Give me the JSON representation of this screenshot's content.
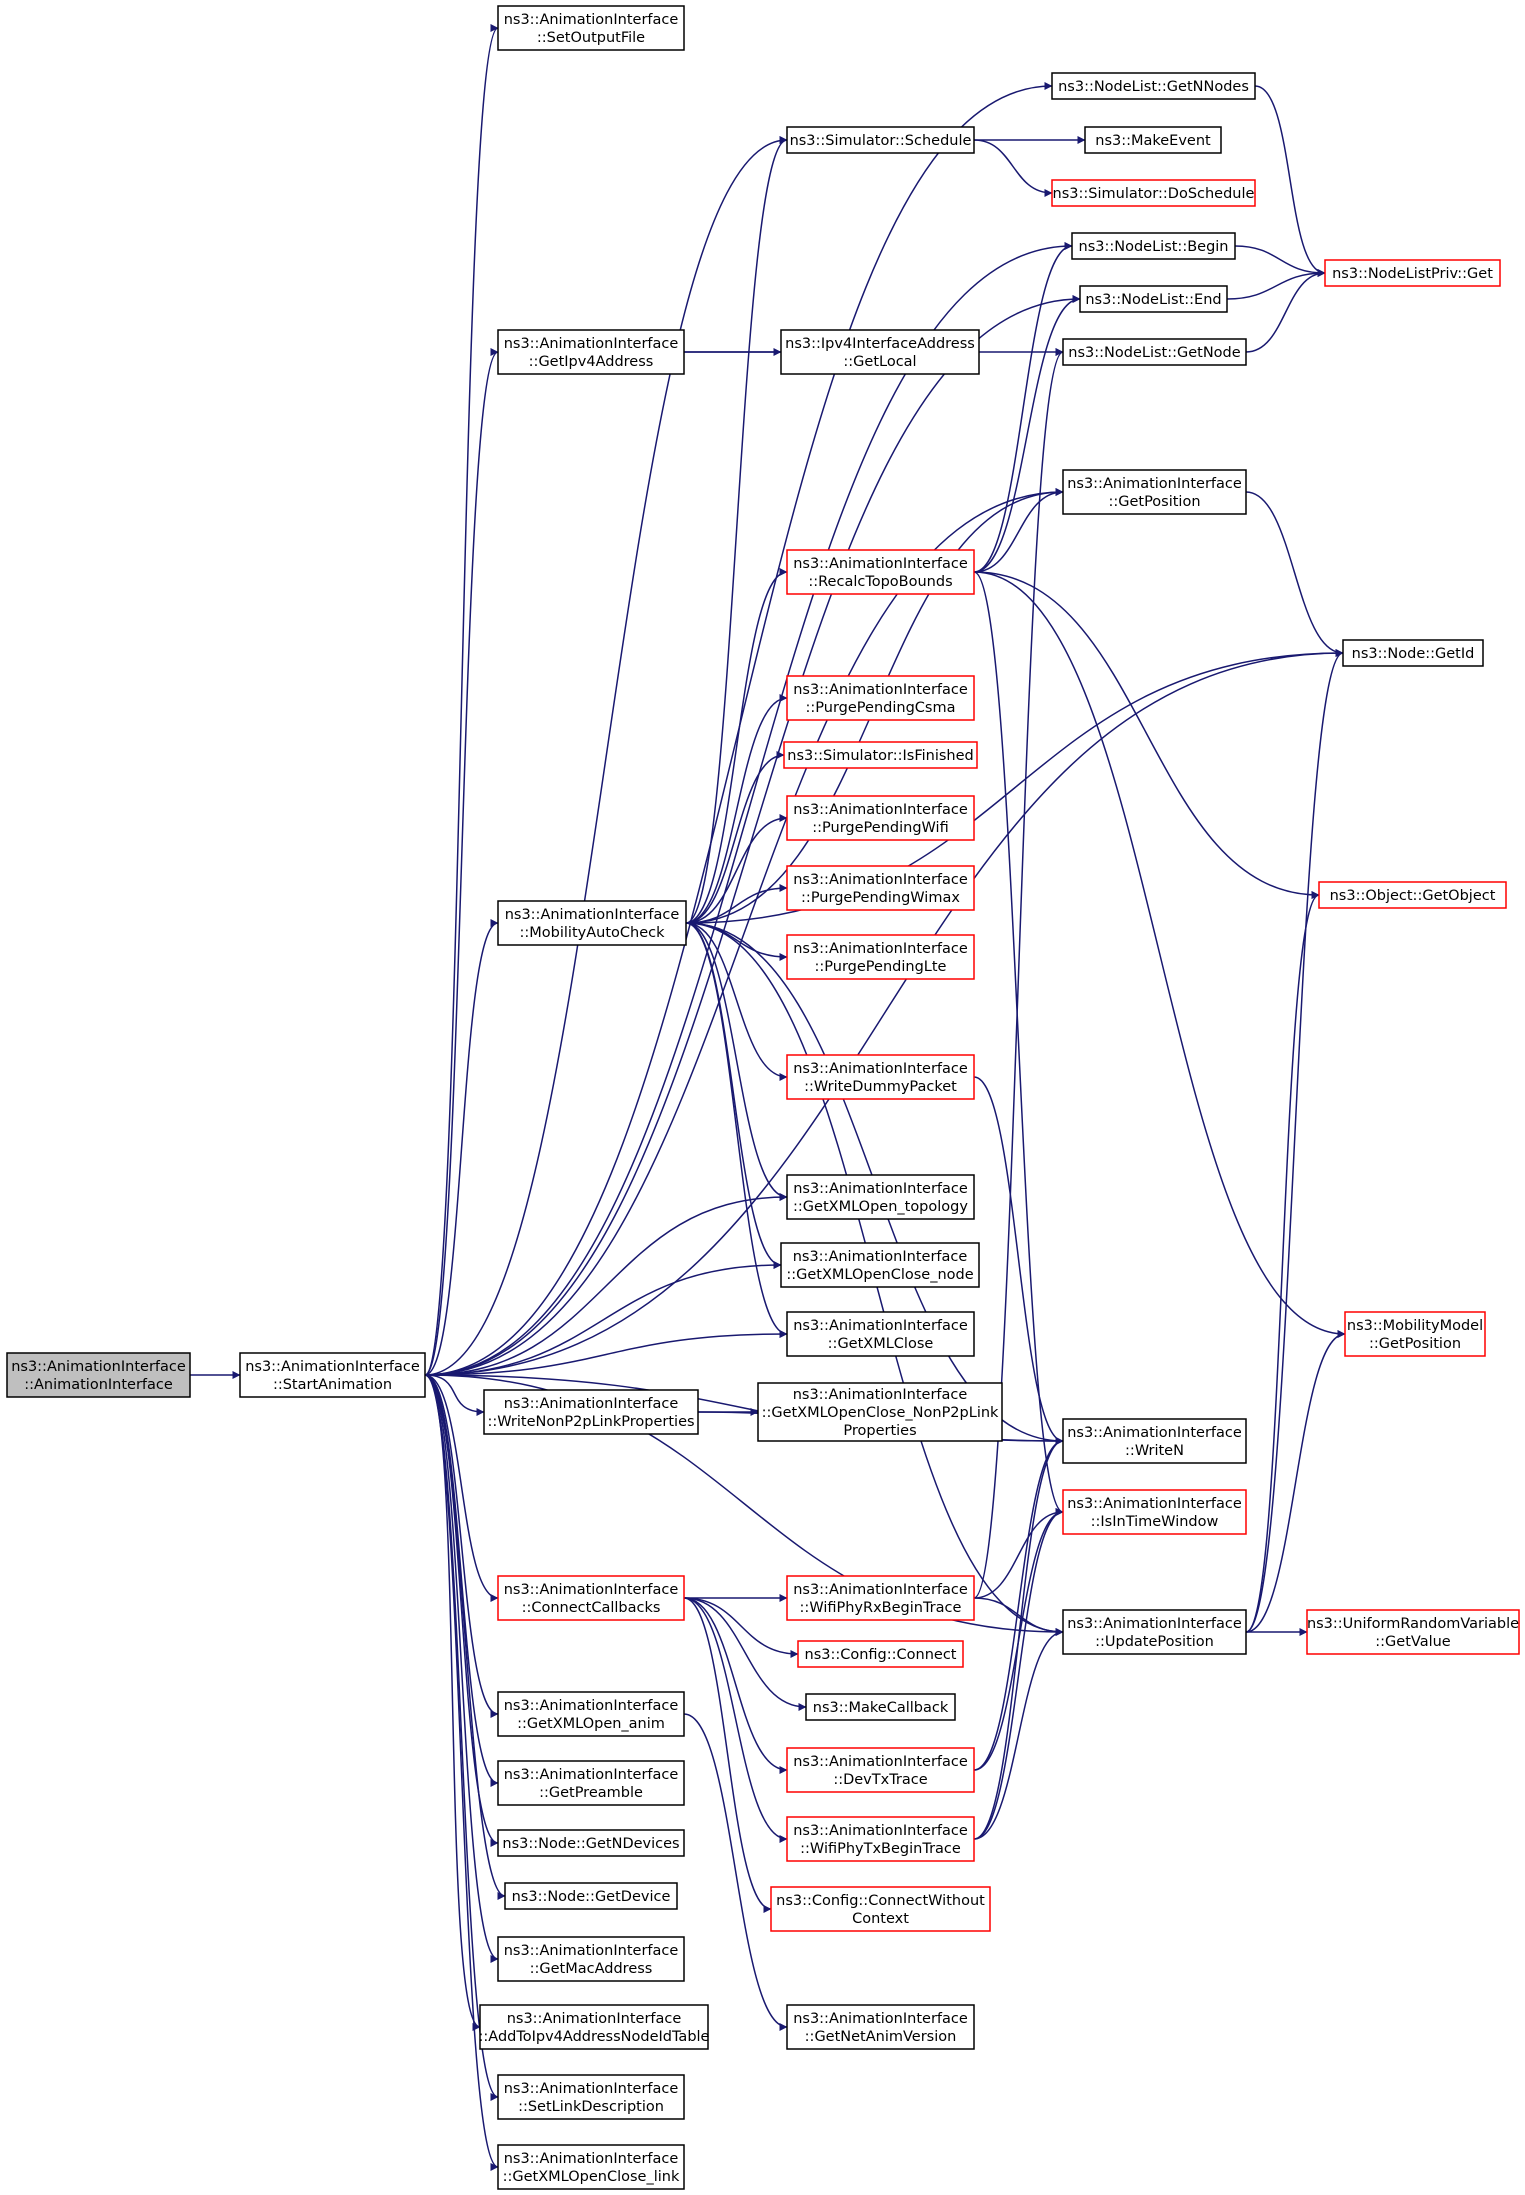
{
  "colors": {
    "edge": "#191970",
    "border_normal": "#000000",
    "border_truncated": "#ff0000",
    "root_fill": "#bfbfbf",
    "node_fill": "#ffffff"
  },
  "nodes": [
    {
      "id": "root",
      "lines": [
        "ns3::AnimationInterface",
        "::AnimationInterface"
      ],
      "kind": "root"
    },
    {
      "id": "start_animation",
      "lines": [
        "ns3::AnimationInterface",
        "::StartAnimation"
      ],
      "kind": "normal"
    },
    {
      "id": "set_output_file",
      "lines": [
        "ns3::AnimationInterface",
        "::SetOutputFile"
      ],
      "kind": "normal"
    },
    {
      "id": "nodelist_getnnodes",
      "lines": [
        "ns3::NodeList::GetNNodes"
      ],
      "kind": "normal"
    },
    {
      "id": "simulator_schedule",
      "lines": [
        "ns3::Simulator::Schedule"
      ],
      "kind": "normal"
    },
    {
      "id": "make_event",
      "lines": [
        "ns3::MakeEvent"
      ],
      "kind": "normal"
    },
    {
      "id": "simulator_doschedule",
      "lines": [
        "ns3::Simulator::DoSchedule"
      ],
      "kind": "truncated"
    },
    {
      "id": "nodelist_begin",
      "lines": [
        "ns3::NodeList::Begin"
      ],
      "kind": "normal"
    },
    {
      "id": "nodelistpriv_get",
      "lines": [
        "ns3::NodeListPriv::Get"
      ],
      "kind": "truncated"
    },
    {
      "id": "nodelist_end",
      "lines": [
        "ns3::NodeList::End"
      ],
      "kind": "normal"
    },
    {
      "id": "get_ipv4_address",
      "lines": [
        "ns3::AnimationInterface",
        "::GetIpv4Address"
      ],
      "kind": "normal"
    },
    {
      "id": "ipv4_get_local",
      "lines": [
        "ns3::Ipv4InterfaceAddress",
        "::GetLocal"
      ],
      "kind": "normal"
    },
    {
      "id": "nodelist_getnode",
      "lines": [
        "ns3::NodeList::GetNode"
      ],
      "kind": "normal"
    },
    {
      "id": "ai_get_position",
      "lines": [
        "ns3::AnimationInterface",
        "::GetPosition"
      ],
      "kind": "normal"
    },
    {
      "id": "recalc_topo_bounds",
      "lines": [
        "ns3::AnimationInterface",
        "::RecalcTopoBounds"
      ],
      "kind": "truncated"
    },
    {
      "id": "node_getid",
      "lines": [
        "ns3::Node::GetId"
      ],
      "kind": "normal"
    },
    {
      "id": "purge_csma",
      "lines": [
        "ns3::AnimationInterface",
        "::PurgePendingCsma"
      ],
      "kind": "truncated"
    },
    {
      "id": "simulator_isfinished",
      "lines": [
        "ns3::Simulator::IsFinished"
      ],
      "kind": "truncated"
    },
    {
      "id": "purge_wifi",
      "lines": [
        "ns3::AnimationInterface",
        "::PurgePendingWifi"
      ],
      "kind": "truncated"
    },
    {
      "id": "object_getobject",
      "lines": [
        "ns3::Object::GetObject"
      ],
      "kind": "truncated"
    },
    {
      "id": "purge_wimax",
      "lines": [
        "ns3::AnimationInterface",
        "::PurgePendingWimax"
      ],
      "kind": "truncated"
    },
    {
      "id": "mobility_auto_check",
      "lines": [
        "ns3::AnimationInterface",
        "::MobilityAutoCheck"
      ],
      "kind": "normal"
    },
    {
      "id": "purge_lte",
      "lines": [
        "ns3::AnimationInterface",
        "::PurgePendingLte"
      ],
      "kind": "truncated"
    },
    {
      "id": "write_dummy_packet",
      "lines": [
        "ns3::AnimationInterface",
        "::WriteDummyPacket"
      ],
      "kind": "truncated"
    },
    {
      "id": "xml_open_topology",
      "lines": [
        "ns3::AnimationInterface",
        "::GetXMLOpen_topology"
      ],
      "kind": "normal"
    },
    {
      "id": "xml_openclose_node",
      "lines": [
        "ns3::AnimationInterface",
        "::GetXMLOpenClose_node"
      ],
      "kind": "normal"
    },
    {
      "id": "xml_close",
      "lines": [
        "ns3::AnimationInterface",
        "::GetXMLClose"
      ],
      "kind": "normal"
    },
    {
      "id": "mobility_get_position",
      "lines": [
        "ns3::MobilityModel",
        "::GetPosition"
      ],
      "kind": "truncated"
    },
    {
      "id": "write_nonp2p",
      "lines": [
        "ns3::AnimationInterface",
        "::WriteNonP2pLinkProperties"
      ],
      "kind": "normal"
    },
    {
      "id": "xml_openclose_nonp2p",
      "lines": [
        "ns3::AnimationInterface",
        "::GetXMLOpenClose_NonP2pLink",
        "Properties"
      ],
      "kind": "normal"
    },
    {
      "id": "write_n",
      "lines": [
        "ns3::AnimationInterface",
        "::WriteN"
      ],
      "kind": "normal"
    },
    {
      "id": "is_in_time_window",
      "lines": [
        "ns3::AnimationInterface",
        "::IsInTimeWindow"
      ],
      "kind": "truncated"
    },
    {
      "id": "connect_callbacks",
      "lines": [
        "ns3::AnimationInterface",
        "::ConnectCallbacks"
      ],
      "kind": "truncated"
    },
    {
      "id": "wifi_rx_begin",
      "lines": [
        "ns3::AnimationInterface",
        "::WifiPhyRxBeginTrace"
      ],
      "kind": "truncated"
    },
    {
      "id": "update_position",
      "lines": [
        "ns3::AnimationInterface",
        "::UpdatePosition"
      ],
      "kind": "normal"
    },
    {
      "id": "uniform_get_value",
      "lines": [
        "ns3::UniformRandomVariable",
        "::GetValue"
      ],
      "kind": "truncated"
    },
    {
      "id": "config_connect",
      "lines": [
        "ns3::Config::Connect"
      ],
      "kind": "truncated"
    },
    {
      "id": "make_callback",
      "lines": [
        "ns3::MakeCallback"
      ],
      "kind": "normal"
    },
    {
      "id": "xml_open_anim",
      "lines": [
        "ns3::AnimationInterface",
        "::GetXMLOpen_anim"
      ],
      "kind": "normal"
    },
    {
      "id": "dev_tx_trace",
      "lines": [
        "ns3::AnimationInterface",
        "::DevTxTrace"
      ],
      "kind": "truncated"
    },
    {
      "id": "get_preamble",
      "lines": [
        "ns3::AnimationInterface",
        "::GetPreamble"
      ],
      "kind": "normal"
    },
    {
      "id": "wifi_tx_begin",
      "lines": [
        "ns3::AnimationInterface",
        "::WifiPhyTxBeginTrace"
      ],
      "kind": "truncated"
    },
    {
      "id": "node_getndevices",
      "lines": [
        "ns3::Node::GetNDevices"
      ],
      "kind": "normal"
    },
    {
      "id": "node_getdevice",
      "lines": [
        "ns3::Node::GetDevice"
      ],
      "kind": "normal"
    },
    {
      "id": "config_connect_without_context",
      "lines": [
        "ns3::Config::ConnectWithout",
        "Context"
      ],
      "kind": "truncated"
    },
    {
      "id": "get_mac_address",
      "lines": [
        "ns3::AnimationInterface",
        "::GetMacAddress"
      ],
      "kind": "normal"
    },
    {
      "id": "add_ipv4_table",
      "lines": [
        "ns3::AnimationInterface",
        "::AddToIpv4AddressNodeIdTable"
      ],
      "kind": "normal"
    },
    {
      "id": "get_netanim_version",
      "lines": [
        "ns3::AnimationInterface",
        "::GetNetAnimVersion"
      ],
      "kind": "normal"
    },
    {
      "id": "set_link_description",
      "lines": [
        "ns3::AnimationInterface",
        "::SetLinkDescription"
      ],
      "kind": "normal"
    },
    {
      "id": "xml_openclose_link",
      "lines": [
        "ns3::AnimationInterface",
        "::GetXMLOpenClose_link"
      ],
      "kind": "normal"
    }
  ],
  "edges": [
    {
      "from": "root",
      "to": "start_animation"
    },
    {
      "from": "start_animation",
      "to": "set_output_file"
    },
    {
      "from": "start_animation",
      "to": "nodelist_getnnodes"
    },
    {
      "from": "start_animation",
      "to": "simulator_schedule"
    },
    {
      "from": "start_animation",
      "to": "nodelist_begin"
    },
    {
      "from": "start_animation",
      "to": "nodelist_end"
    },
    {
      "from": "start_animation",
      "to": "get_ipv4_address"
    },
    {
      "from": "start_animation",
      "to": "node_getid"
    },
    {
      "from": "start_animation",
      "to": "ai_get_position"
    },
    {
      "from": "start_animation",
      "to": "mobility_auto_check"
    },
    {
      "from": "start_animation",
      "to": "xml_open_topology"
    },
    {
      "from": "start_animation",
      "to": "xml_openclose_node"
    },
    {
      "from": "start_animation",
      "to": "xml_close"
    },
    {
      "from": "start_animation",
      "to": "write_nonp2p"
    },
    {
      "from": "start_animation",
      "to": "write_n"
    },
    {
      "from": "start_animation",
      "to": "connect_callbacks"
    },
    {
      "from": "start_animation",
      "to": "update_position"
    },
    {
      "from": "start_animation",
      "to": "xml_open_anim"
    },
    {
      "from": "start_animation",
      "to": "get_preamble"
    },
    {
      "from": "start_animation",
      "to": "node_getndevices"
    },
    {
      "from": "start_animation",
      "to": "node_getdevice"
    },
    {
      "from": "start_animation",
      "to": "get_mac_address"
    },
    {
      "from": "start_animation",
      "to": "add_ipv4_table"
    },
    {
      "from": "start_animation",
      "to": "set_link_description"
    },
    {
      "from": "start_animation",
      "to": "xml_openclose_link"
    },
    {
      "from": "nodelist_getnnodes",
      "to": "nodelistpriv_get"
    },
    {
      "from": "simulator_schedule",
      "to": "make_event"
    },
    {
      "from": "simulator_schedule",
      "to": "simulator_doschedule"
    },
    {
      "from": "nodelist_begin",
      "to": "nodelistpriv_get"
    },
    {
      "from": "nodelist_end",
      "to": "nodelistpriv_get"
    },
    {
      "from": "nodelist_getnode",
      "to": "nodelistpriv_get"
    },
    {
      "from": "get_ipv4_address",
      "to": "ipv4_get_local"
    },
    {
      "from": "get_ipv4_address",
      "to": "nodelist_getnode"
    },
    {
      "from": "ai_get_position",
      "to": "node_getid"
    },
    {
      "from": "recalc_topo_bounds",
      "to": "ai_get_position"
    },
    {
      "from": "recalc_topo_bounds",
      "to": "nodelist_begin"
    },
    {
      "from": "recalc_topo_bounds",
      "to": "nodelist_end"
    },
    {
      "from": "recalc_topo_bounds",
      "to": "object_getobject"
    },
    {
      "from": "recalc_topo_bounds",
      "to": "mobility_get_position"
    },
    {
      "from": "recalc_topo_bounds",
      "to": "is_in_time_window"
    },
    {
      "from": "mobility_auto_check",
      "to": "simulator_schedule"
    },
    {
      "from": "mobility_auto_check",
      "to": "ai_get_position"
    },
    {
      "from": "mobility_auto_check",
      "to": "recalc_topo_bounds"
    },
    {
      "from": "mobility_auto_check",
      "to": "node_getid"
    },
    {
      "from": "mobility_auto_check",
      "to": "purge_csma"
    },
    {
      "from": "mobility_auto_check",
      "to": "simulator_isfinished"
    },
    {
      "from": "mobility_auto_check",
      "to": "purge_wifi"
    },
    {
      "from": "mobility_auto_check",
      "to": "purge_wimax"
    },
    {
      "from": "mobility_auto_check",
      "to": "purge_lte"
    },
    {
      "from": "mobility_auto_check",
      "to": "write_dummy_packet"
    },
    {
      "from": "mobility_auto_check",
      "to": "xml_open_topology"
    },
    {
      "from": "mobility_auto_check",
      "to": "xml_openclose_node"
    },
    {
      "from": "mobility_auto_check",
      "to": "xml_close"
    },
    {
      "from": "mobility_auto_check",
      "to": "write_n"
    },
    {
      "from": "mobility_auto_check",
      "to": "update_position"
    },
    {
      "from": "write_dummy_packet",
      "to": "write_n"
    },
    {
      "from": "write_nonp2p",
      "to": "xml_openclose_nonp2p"
    },
    {
      "from": "write_nonp2p",
      "to": "write_n"
    },
    {
      "from": "connect_callbacks",
      "to": "wifi_rx_begin"
    },
    {
      "from": "connect_callbacks",
      "to": "config_connect"
    },
    {
      "from": "connect_callbacks",
      "to": "make_callback"
    },
    {
      "from": "connect_callbacks",
      "to": "dev_tx_trace"
    },
    {
      "from": "connect_callbacks",
      "to": "wifi_tx_begin"
    },
    {
      "from": "connect_callbacks",
      "to": "config_connect_without_context"
    },
    {
      "from": "wifi_rx_begin",
      "to": "nodelist_getnode"
    },
    {
      "from": "wifi_rx_begin",
      "to": "is_in_time_window"
    },
    {
      "from": "wifi_rx_begin",
      "to": "update_position"
    },
    {
      "from": "dev_tx_trace",
      "to": "write_n"
    },
    {
      "from": "dev_tx_trace",
      "to": "is_in_time_window"
    },
    {
      "from": "wifi_tx_begin",
      "to": "write_n"
    },
    {
      "from": "wifi_tx_begin",
      "to": "is_in_time_window"
    },
    {
      "from": "wifi_tx_begin",
      "to": "update_position"
    },
    {
      "from": "update_position",
      "to": "node_getid"
    },
    {
      "from": "update_position",
      "to": "object_getobject"
    },
    {
      "from": "update_position",
      "to": "mobility_get_position"
    },
    {
      "from": "update_position",
      "to": "uniform_get_value"
    },
    {
      "from": "xml_open_anim",
      "to": "get_netanim_version"
    }
  ]
}
